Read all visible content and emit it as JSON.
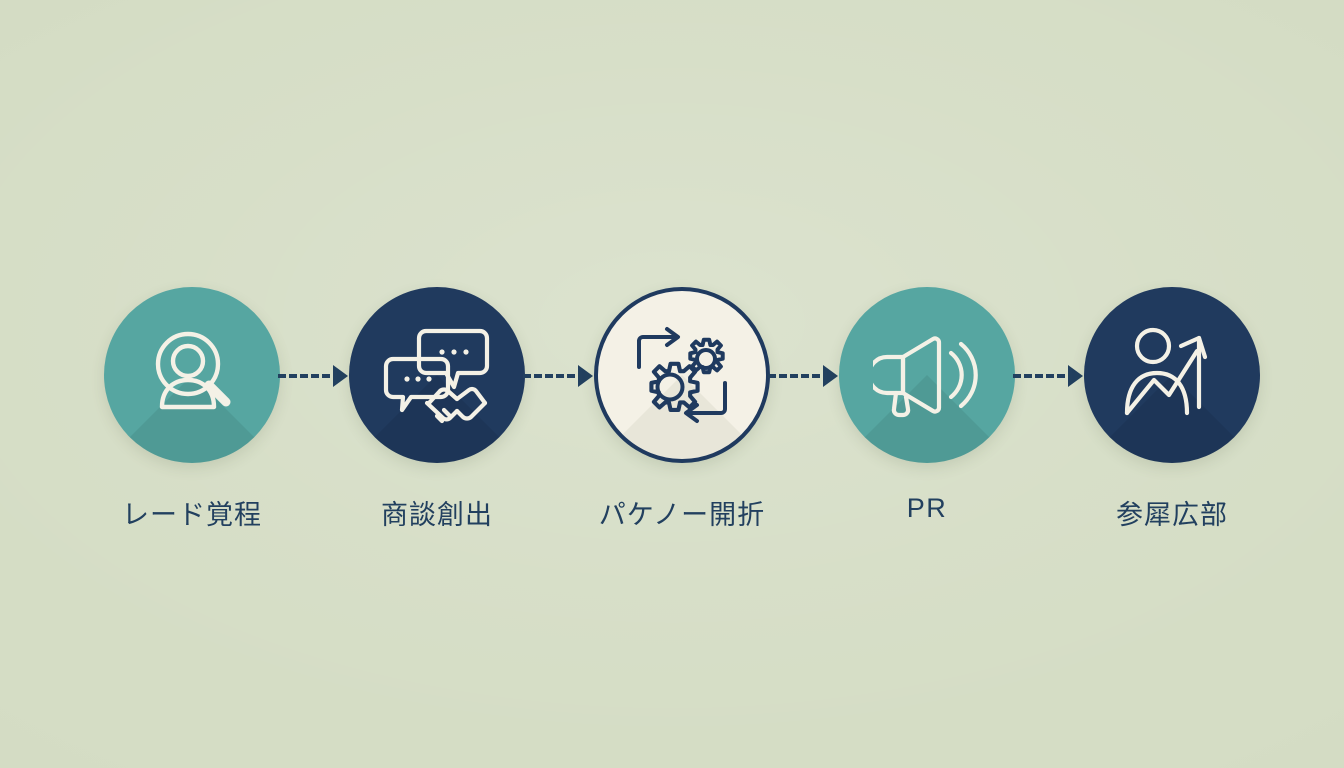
{
  "diagram": {
    "type": "horizontal-process-flow",
    "background_color": "#d5ddc5",
    "step_count": 5,
    "connector_style": "dashed-arrow",
    "connector_color": "#22405f",
    "steps": [
      {
        "label": "レード覚程",
        "icon": "person-magnifier-icon",
        "circle_style": "teal",
        "circle_color": "#56a6a1",
        "icon_color": "#f4f1e6"
      },
      {
        "label": "商談創出",
        "icon": "speech-bubbles-handshake-icon",
        "circle_style": "navy",
        "circle_color": "#203a5e",
        "icon_color": "#f4f1e6"
      },
      {
        "label": "パケノー開折",
        "icon": "gears-cycle-icon",
        "circle_style": "cream",
        "circle_color": "#f4f1e6",
        "icon_color": "#1f3a5f"
      },
      {
        "label": "PR",
        "icon": "megaphone-icon",
        "circle_style": "teal",
        "circle_color": "#56a6a1",
        "icon_color": "#f4f1e6"
      },
      {
        "label": "参犀広部",
        "icon": "person-growth-arrow-icon",
        "circle_style": "navy",
        "circle_color": "#203a5e",
        "icon_color": "#f4f1e6"
      }
    ],
    "connectors": [
      {
        "name": "connector-1-2"
      },
      {
        "name": "connector-2-3"
      },
      {
        "name": "connector-3-4"
      },
      {
        "name": "connector-4-5"
      }
    ]
  }
}
